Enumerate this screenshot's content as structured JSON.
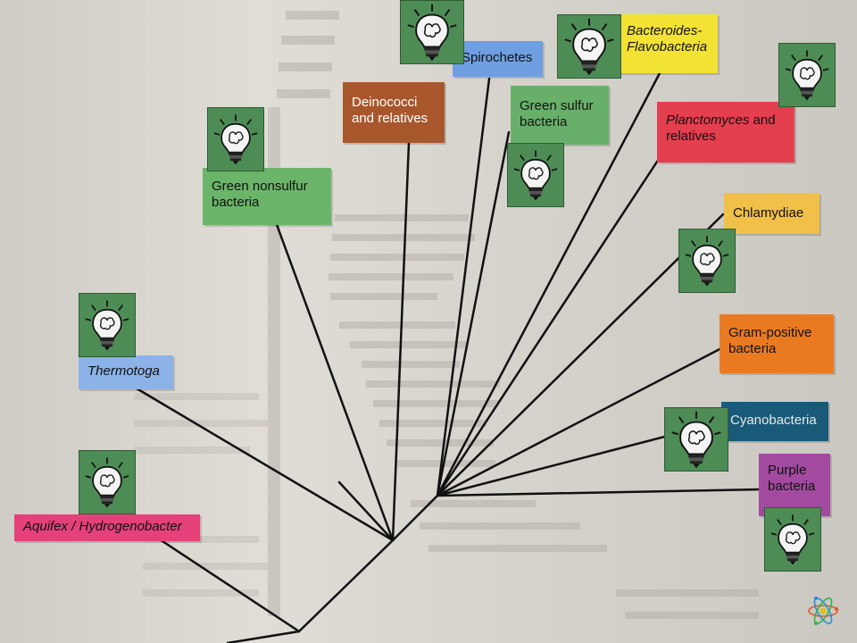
{
  "labels": {
    "spirochetes": "Spirochetes",
    "bacteroides": "Bacteroides-Flavobacteria",
    "deinococci": "Deinococci and relatives",
    "green_sulfur": "Green sulfur bacteria",
    "planctomyces_it": "Planctomyces",
    "planctomyces_rest": " and relatives",
    "green_nonsulfur": "Green nonsulfur bacteria",
    "chlamydiae": "Chlamydiae",
    "thermotoga": "Thermotoga",
    "gram_positive": "Gram-positive bacteria",
    "cyanobacteria": "Cyanobacteria",
    "purple": "Purple bacteria",
    "aquifex": "Aquifex / Hydrogenobacter"
  },
  "colors": {
    "spirochetes": "#6f9fe0",
    "bacteroides": "#f2e233",
    "deinococci": "#a8572c",
    "green_sulfur": "#68b06a",
    "planctomyces": "#e33f4e",
    "green_nonsulfur": "#6bb56a",
    "chlamydiae": "#f0c048",
    "thermotoga": "#8bb3e8",
    "gram_positive": "#ea7a22",
    "cyanobacteria": "#195a78",
    "purple": "#a24aa0",
    "aquifex": "#e4417a",
    "lightbulb_tile": "#4e8c55"
  },
  "icons": [
    "lightbulb-brain-icon",
    "atom-icon"
  ]
}
